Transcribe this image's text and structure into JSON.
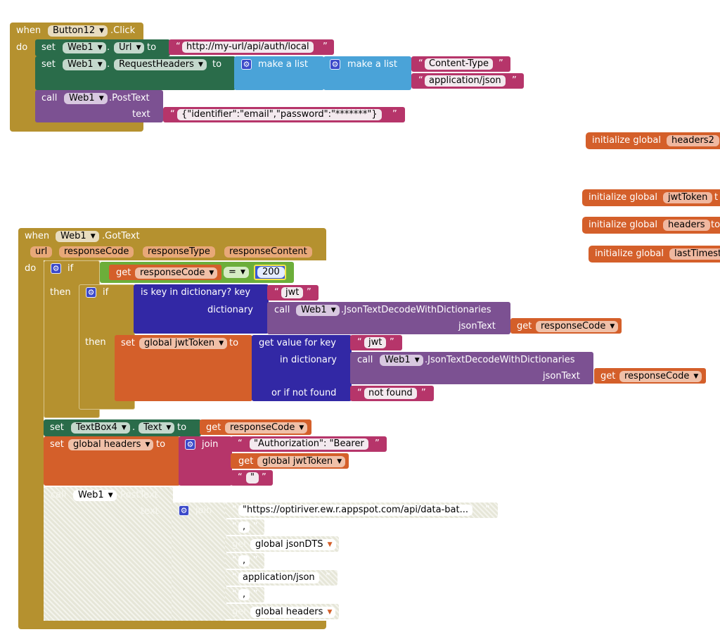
{
  "event1": {
    "when": "when",
    "component": "Button12",
    "event": ".Click",
    "do": "do",
    "set1": {
      "set": "set",
      "comp": "Web1",
      "dot": ".",
      "prop": "Url",
      "to": "to",
      "value": "http://my-url/api/auth/local"
    },
    "set2": {
      "set": "set",
      "comp": "Web1",
      "dot": ".",
      "prop": "RequestHeaders",
      "to": "to",
      "make_list1": "make a list",
      "make_list2": "make a list",
      "item1": "Content-Type",
      "item2": "application/json"
    },
    "call": {
      "call": "call",
      "comp": "Web1",
      "method": ".PostText",
      "text_label": "text",
      "text_value": "{\"identifier\":\"email\",\"password\":\"*******\"}"
    }
  },
  "globals": [
    {
      "init": "initialize global",
      "name": "headers2",
      "to": ""
    },
    {
      "init": "initialize global",
      "name": "jwtToken",
      "to": "t"
    },
    {
      "init": "initialize global",
      "name": "headers",
      "to": "to"
    },
    {
      "init": "initialize global",
      "name": "lastTimest",
      "to": ""
    }
  ],
  "event2": {
    "when": "when",
    "component": "Web1",
    "event": ".GotText",
    "do": "do",
    "params": [
      "url",
      "responseCode",
      "responseType",
      "responseContent"
    ],
    "if1": {
      "if": "if",
      "get": "get",
      "var": "responseCode",
      "op": "=",
      "num": "200",
      "then": "then"
    },
    "if2": {
      "if": "if",
      "is_key": "is key in dictionary? key",
      "key": "jwt",
      "dictionary": "dictionary",
      "call": "call",
      "comp": "Web1",
      "method": ".JsonTextDecodeWithDictionaries",
      "json_text": "jsonText",
      "get": "get",
      "var": "responseCode",
      "then": "then"
    },
    "set_jwt": {
      "set": "set",
      "var": "global jwtToken",
      "to": "to",
      "get_value": "get value for key",
      "key": "jwt",
      "in_dict": "in dictionary",
      "call": "call",
      "comp": "Web1",
      "method": ".JsonTextDecodeWithDictionaries",
      "json_text": "jsonText",
      "get": "get",
      "var2": "responseCode",
      "not_found_label": "or if not found",
      "not_found": "not found"
    },
    "set_textbox": {
      "set": "set",
      "comp": "TextBox4",
      "dot": ".",
      "prop": "Text",
      "to": "to",
      "get": "get",
      "var": "responseCode"
    },
    "set_headers": {
      "set": "set",
      "var": "global headers",
      "to": "to",
      "join": "join",
      "s1": "\"Authorization\": \"Bearer ",
      "get": "get",
      "var2": "global jwtToken",
      "s2": "\""
    },
    "post": {
      "call": "call",
      "comp": "Web1",
      "method": ".PostText",
      "text_label": "text",
      "join": "join",
      "s1": "\"https://optiriver.ew.r.appspot.com/api/data-bat...",
      "s2": ",",
      "get": "get",
      "v1": "global jsonDTS",
      "s3": ",",
      "s4": "application/json",
      "s5": ",",
      "v2": "global headers"
    }
  }
}
